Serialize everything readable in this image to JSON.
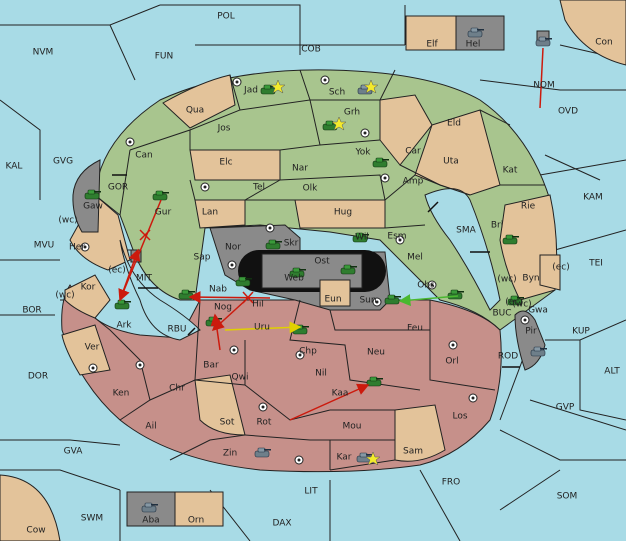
{
  "title": "",
  "colors": {
    "sea": "#a8dbe6",
    "green": "#a8c58e",
    "tan": "#e3c39a",
    "rose": "#c6908a",
    "gray": "#8a8a8a",
    "red_order": "#cc1a0d",
    "yellow_order": "#f0e000",
    "green_order": "#4ab830"
  },
  "sea_labels": [
    "POL",
    "NVM",
    "FUN",
    "COB",
    "Con",
    "NOM",
    "OVD",
    "KAL",
    "GVG",
    "GOR",
    "KAM",
    "MVU",
    "MIT",
    "SMA",
    "TEI",
    "BOR",
    "RBU",
    "BUC",
    "KUP",
    "DOR",
    "ROD",
    "ALT",
    "GVP",
    "GVA",
    "FRO",
    "SOM",
    "SWM",
    "LIT",
    "DAX",
    "Cow"
  ],
  "land_labels": [
    "Jad",
    "Sch",
    "Qua",
    "Grh",
    "Eld",
    "Jos",
    "Car",
    "Yok",
    "Uta",
    "Can",
    "Elc",
    "Nar",
    "Kat",
    "Amp",
    "Tel",
    "Olk",
    "Gaw",
    "Gur",
    "Rie",
    "Lan",
    "Hug",
    "Bri",
    "Wil",
    "Esm",
    "Her",
    "Nor",
    "Skr",
    "Ost",
    "Sap",
    "Mel",
    "Web",
    "Byn",
    "Kor",
    "Nab",
    "Obs",
    "Eun",
    "Sun",
    "Hil",
    "Gwa",
    "Ark",
    "Nog",
    "Uru",
    "Pir",
    "Feu",
    "Ver",
    "Chp",
    "Orl",
    "Neu",
    "Bar",
    "Qwi",
    "Nil",
    "Ken",
    "Chr",
    "Kaa",
    "Sot",
    "Rot",
    "Los",
    "Ail",
    "Mou",
    "Sam",
    "Zin",
    "Kar",
    "Elf",
    "Hel",
    "Aba",
    "Orn"
  ],
  "coast_marks": [
    "(wc)",
    "(ec)",
    "(ec)",
    "(wc)",
    "(wc)",
    "(ec)",
    "(wc)"
  ]
}
